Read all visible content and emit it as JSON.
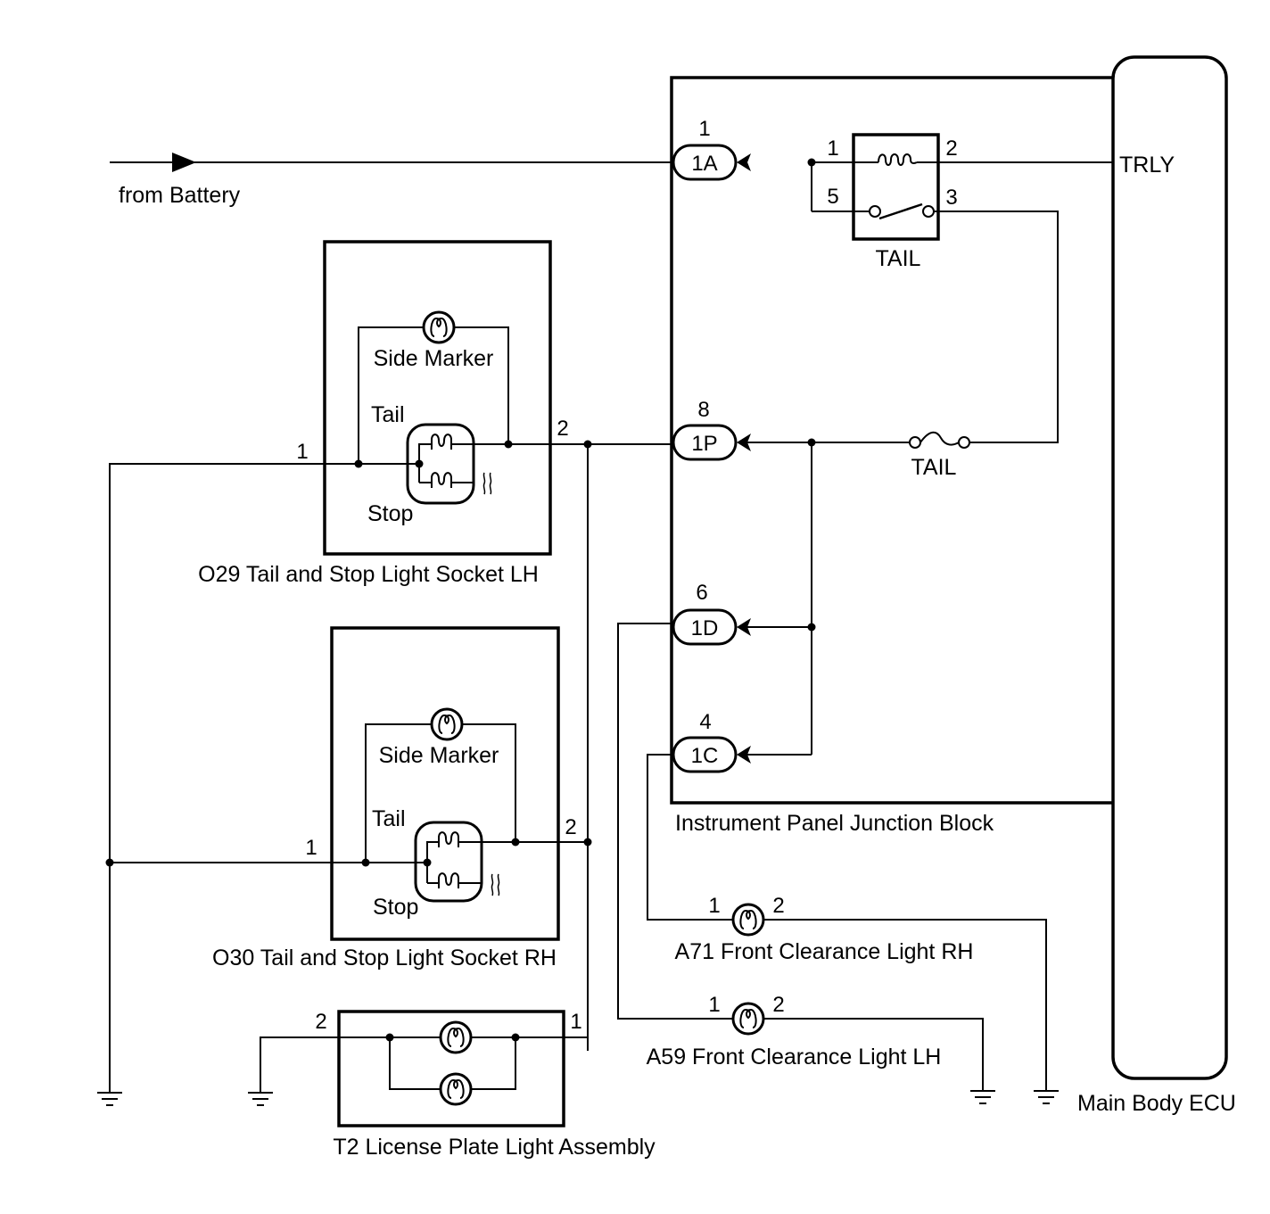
{
  "labels": {
    "from_battery": "from Battery",
    "trly": "TRLY",
    "tail_relay": "TAIL",
    "tail_fuse": "TAIL",
    "jb_name": "Instrument Panel Junction Block",
    "ecu_name": "Main Body ECU",
    "o29_name": "O29 Tail and Stop Light Socket LH",
    "o30_name": "O30 Tail and Stop Light Socket RH",
    "t2_name": "T2 License Plate Light Assembly",
    "a71_name": "A71 Front Clearance Light RH",
    "a59_name": "A59 Front Clearance Light LH",
    "o29_side_marker": "Side Marker",
    "o29_tail": "Tail",
    "o29_stop": "Stop",
    "o30_side_marker": "Side Marker",
    "o30_tail": "Tail",
    "o30_stop": "Stop"
  },
  "connectors": {
    "c1a": "1A",
    "c1p": "1P",
    "c1d": "1D",
    "c1c": "1C"
  },
  "pins": {
    "c1a_pin": "1",
    "c1p_pin": "8",
    "c1d_pin": "6",
    "c1c_pin": "4",
    "relay_pin1": "1",
    "relay_pin2": "2",
    "relay_pin3": "3",
    "relay_pin5": "5",
    "o29_pin1": "1",
    "o29_pin2": "2",
    "o30_pin1": "1",
    "o30_pin2": "2",
    "t2_pin1": "1",
    "t2_pin2": "2",
    "a71_pin1": "1",
    "a71_pin2": "2",
    "a59_pin1": "1",
    "a59_pin2": "2"
  }
}
